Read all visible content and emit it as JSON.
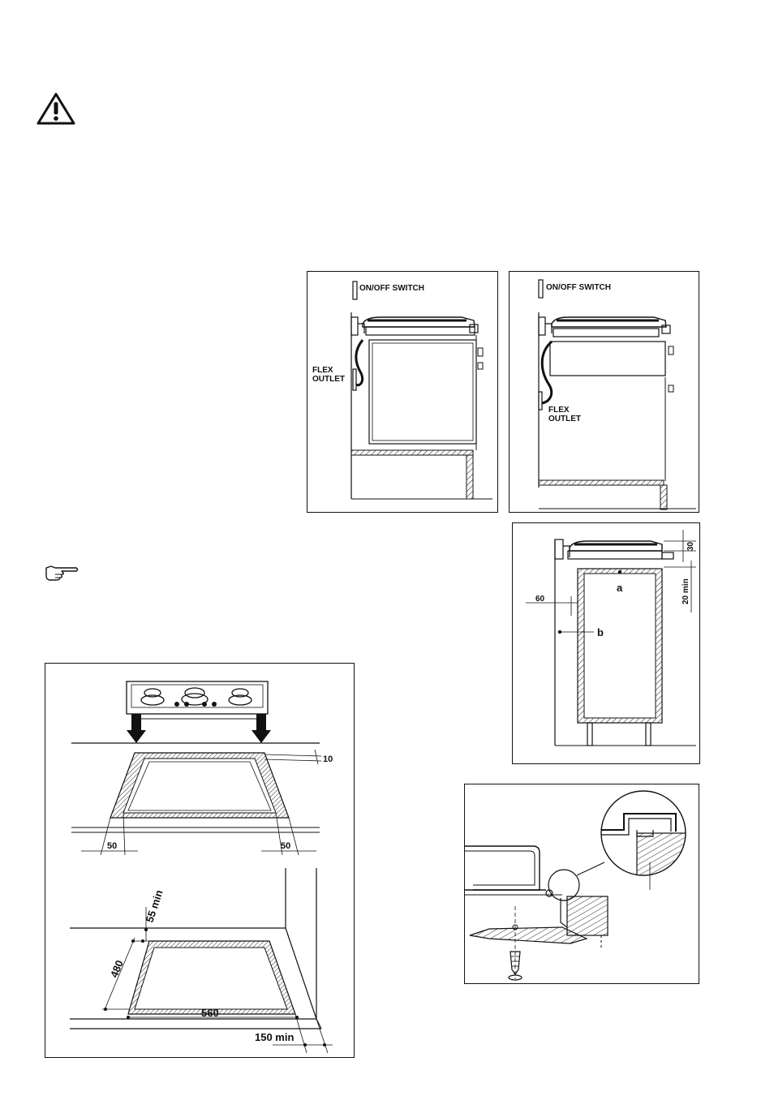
{
  "fig1": {
    "switch_label": "ON/OFF SWITCH",
    "flex_line1": "FLEX",
    "flex_line2": "OUTLET"
  },
  "fig2": {
    "switch_label": "ON/OFF SWITCH",
    "flex_line1": "FLEX",
    "flex_line2": "OUTLET"
  },
  "fig3": {
    "dim_30": "30",
    "dim_20min": "20 min",
    "dim_60": "60",
    "label_a": "a",
    "label_b": "b"
  },
  "fig4": {
    "dim_10": "10",
    "dim_50_left": "50",
    "dim_50_right": "50",
    "dim_55min": "55 min",
    "dim_480": "480",
    "dim_560": "560",
    "dim_150min": "150 min"
  },
  "icons": {
    "warning": "warning-triangle-icon",
    "note": "pointing-hand-icon"
  }
}
